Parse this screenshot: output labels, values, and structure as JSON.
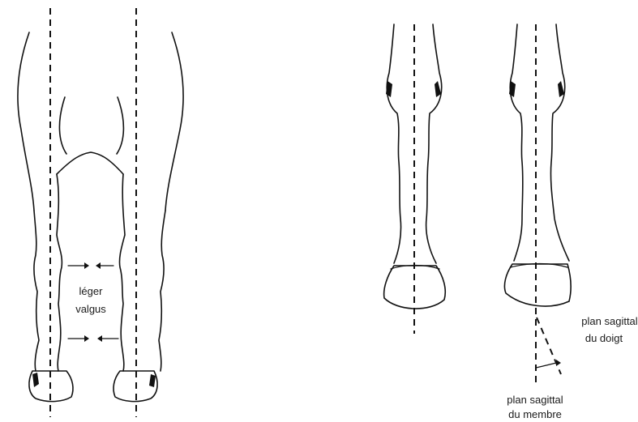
{
  "labels": {
    "valgus_line1": "léger",
    "valgus_line2": "valgus",
    "digit_plane_line1": "plan sagittal",
    "digit_plane_line2": "du doigt",
    "limb_plane_line1": "plan sagittal",
    "limb_plane_line2": "du membre"
  },
  "colors": {
    "ink": "#111111",
    "background": "#ffffff"
  }
}
